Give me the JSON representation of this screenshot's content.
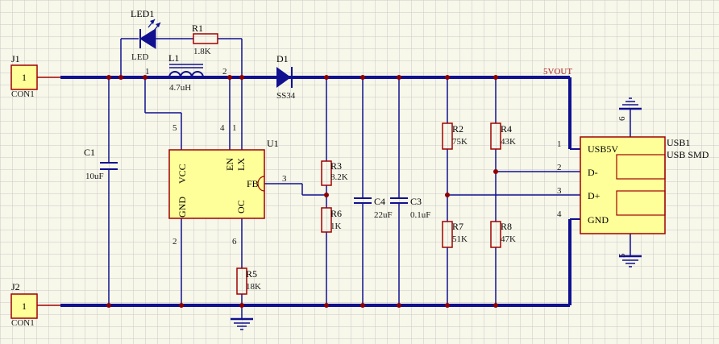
{
  "colors": {
    "background": "#f7f7ea",
    "grid": "#c8c8c8",
    "wire": "#101090",
    "component": "#a00000",
    "ic_fill": "#ffff99",
    "junction": "#900000",
    "net_label": "#b02020"
  },
  "net_labels": {
    "vout": "5VOUT"
  },
  "components": {
    "j1": {
      "designator": "J1",
      "comment": "CON1",
      "pin": "1"
    },
    "j2": {
      "designator": "J2",
      "comment": "CON1",
      "pin": "1"
    },
    "led1": {
      "designator": "LED1",
      "comment": "LED"
    },
    "r1": {
      "designator": "R1",
      "value": "1.8K"
    },
    "l1": {
      "designator": "L1",
      "value": "4.7uH",
      "pin1": "1",
      "pin2": "2"
    },
    "d1": {
      "designator": "D1",
      "value": "SS34"
    },
    "c1": {
      "designator": "C1",
      "value": "10uF"
    },
    "u1": {
      "designator": "U1",
      "pins": {
        "vcc": "VCC",
        "gnd": "GND",
        "en": "EN",
        "lx": "LX",
        "fb": "FB",
        "oc": "OC"
      },
      "pin_numbers": {
        "vcc": "5",
        "en": "4",
        "lx": "1",
        "fb": "3",
        "gnd": "2",
        "oc": "6"
      }
    },
    "r3": {
      "designator": "R3",
      "value": "8.2K"
    },
    "r6": {
      "designator": "R6",
      "value": "1K"
    },
    "r5": {
      "designator": "R5",
      "value": "18K"
    },
    "c4": {
      "designator": "C4",
      "value": "22uF"
    },
    "c3": {
      "designator": "C3",
      "value": "0.1uF"
    },
    "r2": {
      "designator": "R2",
      "value": "75K"
    },
    "r7": {
      "designator": "R7",
      "value": "51K"
    },
    "r4": {
      "designator": "R4",
      "value": "43K"
    },
    "r8": {
      "designator": "R8",
      "value": "47K"
    },
    "usb1": {
      "designator": "USB1",
      "comment": "USB SMD",
      "pins": {
        "usb5v": "USB5V",
        "dm": "D-",
        "dp": "D+",
        "gnd": "GND"
      },
      "pin_numbers": {
        "usb5v": "1",
        "dm": "2",
        "dp": "3",
        "gnd": "4",
        "shield_top": "6",
        "shield_bottom": "5"
      }
    }
  }
}
